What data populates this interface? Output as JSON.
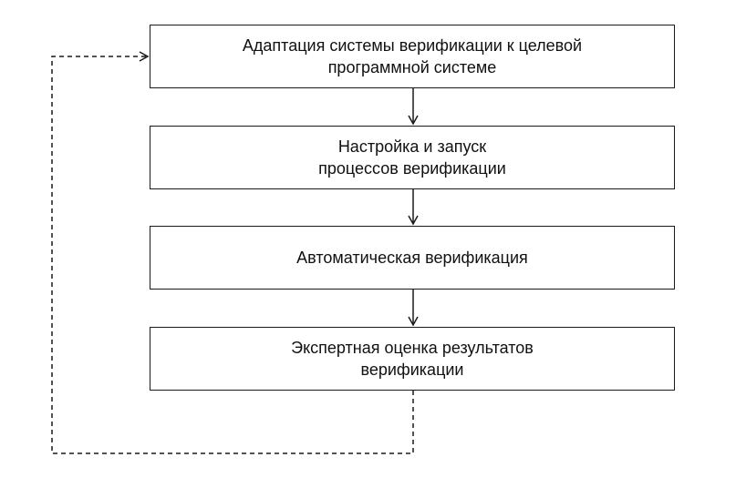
{
  "flowchart": {
    "steps": [
      {
        "label": "Адаптация системы верификации к целевой\nпрограммной системе"
      },
      {
        "label": "Настройка и запуск\nпроцессов верификации"
      },
      {
        "label": "Автоматическая верификация"
      },
      {
        "label": "Экспертная оценка результатов\nверификации"
      }
    ],
    "colors": {
      "stroke": "#1a1a1a",
      "background": "#ffffff"
    }
  }
}
